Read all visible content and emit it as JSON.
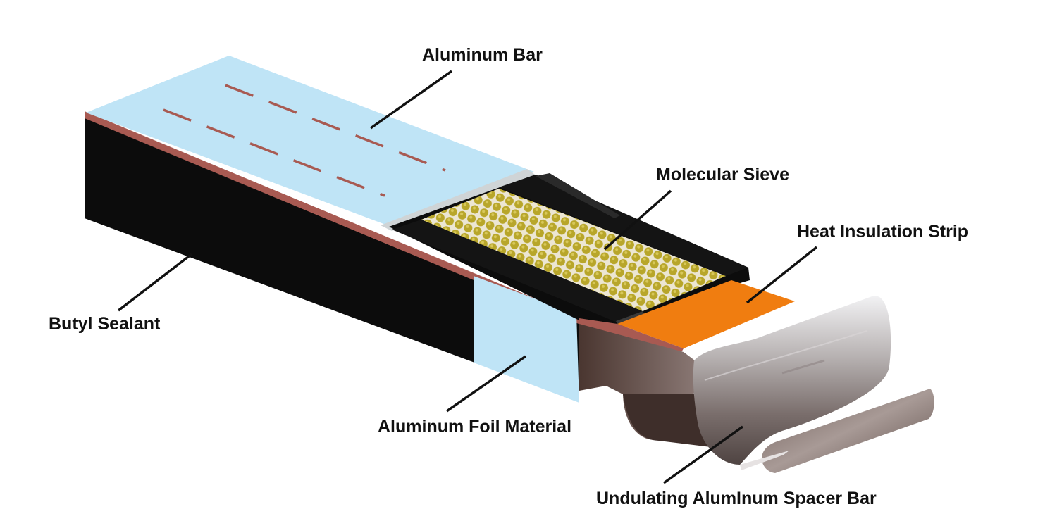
{
  "labels": {
    "aluminum_bar": "Aluminum Bar",
    "molecular_sieve": "Molecular Sieve",
    "heat_insulation_strip": "Heat Insulation Strip",
    "butyl_sealant": "Butyl Sealant",
    "aluminum_foil_material": "Aluminum Foil Material",
    "undulating_spacer_bar": "Undulating AlumInum Spacer Bar"
  },
  "colors": {
    "aluminum_bar": "#bfe4f6",
    "butyl_sealant": "#0c0c0c",
    "sealant_edge": "#a85a52",
    "sieve_beads": "#b8a62a",
    "heat_strip": "#f07d10",
    "spacer_metal": "#8a7f7c",
    "leader_line": "#111111"
  }
}
